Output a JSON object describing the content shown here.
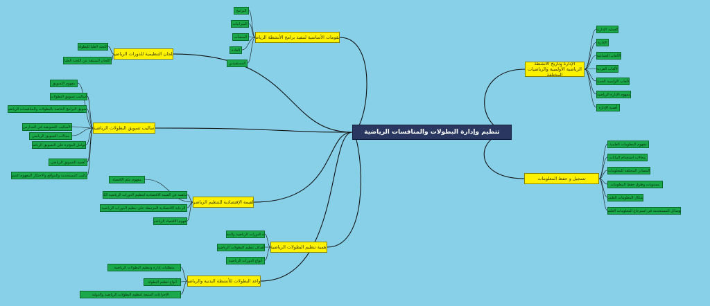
{
  "center": "تنظيم وإدارة البطولات والمنافسات الرياضية",
  "topics": {
    "t1": "المقومات الأساسية لتنفيذ برامج الأنشطة الرياضية",
    "t2": "اللجان التنظيمية للدورات الرياضية",
    "t3": "أساليب تسويق البطولات الرياضية",
    "t4": "القيمة الإقتصادية للتنظيم الرياضي",
    "t5": "أهمية تنظيم البطولات الرياضية",
    "t6": "قواعد البطولات للأنشطة البدنية والرياضية",
    "t7": "الإدارة وتاريخ الأنشطة الرياضية الأولمبية والرياضيات المختلفة",
    "t8": "تسجيل و حفظ المعلومات"
  },
  "leaves": {
    "t1": [
      "البرامج",
      "الميزانيات",
      "المنشآت",
      "القادة",
      "المستفيدين"
    ],
    "t2": [
      "اللجنة العليا للبطولة",
      "اللجان المنبثقة عن اللجنة العليا"
    ],
    "t3": [
      "مفهوم التسويق",
      "أساليب تسويق البطولات",
      "تسويق البرامج الخاصة بالبطولات والمنافسات الرياضية",
      "الأساليب التسويقية في المدارس",
      "مجالات التسويق الرياضي",
      "العوامل المؤثرة على التسويق الرياضي",
      "أهمية التسويق الرياضي",
      "الأساليب المستخدمة والمواقع والاحتكار المفهوم التسويق"
    ],
    "t4": [
      "مفهوم علم الاقتصاد",
      "المساهمة في القيمة الاقتصادية لتنظيم الدورات الرياضية الكبرى",
      "الرعاية الاقتصادية المرتبطة على تنظيم الدورات الرياضية",
      "مفهوم الاقتصاد الرياضي"
    ],
    "t5": [
      "إدارة الدورات الرياضية والمجتمع",
      "أهداف تنظيم البطولات الرياضية",
      "أنواع الدورات الرياضية"
    ],
    "t6": [
      "متطلبات إدارة وتنظيم البطولات الرياضية",
      "أنواع تنظيم البطولة",
      "الإجراءات المتبعة لتنظيم البطولات الرياضية والدولية"
    ],
    "t7": [
      "العملية الإدارية",
      "الإدارة",
      "الألعاب الجماعية",
      "الألعاب الفردية",
      "الألعاب الأولمبية الحديثة",
      "مفهوم الإدارة الرياضية",
      "أهمية الإدارة"
    ],
    "t8": [
      "مفهوم المعلومات العلمية",
      "مجالات استخدام البيانات",
      "المصادر المختلفة للمعلومات",
      "مستويات وطرق حفظ المعلومات",
      "أشكال المعلومات العلمية",
      "الوسائل المستخدمة في استرجاع المعلومات العلمية"
    ]
  },
  "colors": {
    "background": "#87d0e8",
    "center": "#2a3760",
    "topic": "#fff200",
    "leaf": "#1aa84a",
    "line": "#111111"
  }
}
